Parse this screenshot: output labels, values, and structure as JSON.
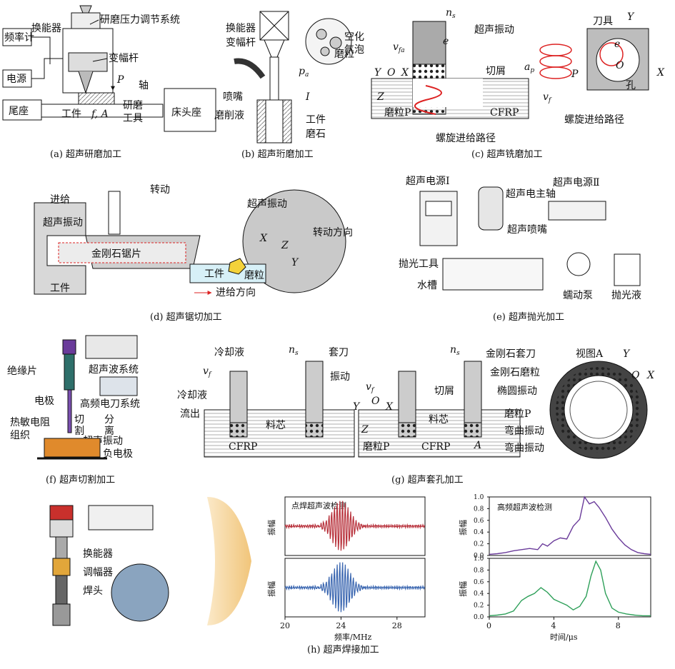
{
  "panels": {
    "a": {
      "caption": "(a) 超声研磨加工",
      "labels": {
        "freq_meter": "频率计",
        "power": "电源",
        "transducer": "换能器",
        "pressure_sys": "研磨压力调节系统",
        "horn": "变幅杆",
        "p": "P",
        "shaft": "轴",
        "tailstock": "尾座",
        "workpiece": "工件",
        "fA": "f, A",
        "tool": "研磨\n工具",
        "headstock": "床头座"
      }
    },
    "b": {
      "caption": "(b) 超声珩磨加工",
      "labels": {
        "transducer": "换能器",
        "horn": "变幅杆",
        "nozzle": "喷嘴",
        "fluid": "磨削液",
        "pa": "p",
        "pa_sub": "a",
        "I": "I",
        "workpiece": "工件",
        "stone": "磨石",
        "abrasive": "磨粒",
        "bubble": "空化\n气泡"
      }
    },
    "c": {
      "caption": "(c) 超声铣磨加工",
      "labels": {
        "ns": "n",
        "ns_sub": "s",
        "vib": "超声振动",
        "vfa": "v",
        "vfa_sub": "fa",
        "e": "e",
        "Y": "Y",
        "O": "O",
        "X": "X",
        "Z": "Z",
        "chips": "切屑",
        "grainP": "磨粒P",
        "cfrp": "CFRP",
        "helix": "螺旋进给路径",
        "ap": "a",
        "ap_sub": "p",
        "vf": "v",
        "vf_sub": "f",
        "P": "P",
        "cutter": "刀具",
        "e2": "e",
        "Y2": "Y",
        "X2": "X",
        "O2": "O",
        "hole": "孔",
        "helix2": "螺旋进给路径"
      }
    },
    "d": {
      "caption": "(d) 超声锯切加工",
      "labels": {
        "feed": "进给",
        "rotate": "转动",
        "vib": "超声振动",
        "blade": "金刚石锯片",
        "workpiece": "工件",
        "vib2": "超声振动",
        "rot_dir": "转动方向",
        "X": "X",
        "Z": "Z",
        "Y": "Y",
        "workpiece2": "工件",
        "grain": "磨粒",
        "feed_dir": "进给方向"
      }
    },
    "e": {
      "caption": "(e) 超声抛光加工",
      "labels": {
        "src1": "超声电源Ⅰ",
        "spindle": "超声电主轴",
        "src2": "超声电源Ⅱ",
        "nozzle": "超声喷嘴",
        "polish_tool": "抛光工具",
        "tank": "水槽",
        "pump": "蠕动泵",
        "liquid": "抛光液"
      }
    },
    "f": {
      "caption": "(f) 超声切割加工",
      "labels": {
        "insulator": "绝缘片",
        "us_sys": "超声波系统",
        "hf_sys": "高频电刀系统",
        "electrode": "电极",
        "cut": "切\n割",
        "sep": "分\n离",
        "tissue": "热敏电阻\n组织",
        "vib": "超声振动",
        "neg": "负电极"
      }
    },
    "g": {
      "caption": "(g) 超声套孔加工",
      "labels": {
        "coolant": "冷却液",
        "ns": "n",
        "ns_sub": "s",
        "sleeve": "套刀",
        "vib": "振动",
        "vf": "v",
        "vf_sub": "f",
        "out1": "冷却液",
        "out2": "流出",
        "core": "料芯",
        "cfrp": "CFRP",
        "ns2": "n",
        "ns2_sub": "s",
        "dia_sleeve": "金刚石套刀",
        "dia_grain": "金刚石磨粒",
        "chips": "切屑",
        "ellipse": "椭圆振动",
        "vf2": "v",
        "vf2_sub": "f",
        "Y": "Y",
        "O": "O",
        "X": "X",
        "Z": "Z",
        "grainP": "磨粒P",
        "cfrp2": "CFRP",
        "core2": "料芯",
        "A": "A",
        "grainP2": "磨粒P",
        "bend1": "弯曲振动",
        "bend2": "弯曲振动",
        "viewA": "视图A",
        "Yv": "Y",
        "Xv": "X",
        "Ov": "O"
      }
    },
    "h": {
      "caption": "(h) 超声焊接加工",
      "labels": {
        "transducer": "换能器",
        "booster": "调幅器",
        "horn": "焊头"
      }
    }
  },
  "chart_data": [
    {
      "type": "line",
      "title": "点焊超声波检测",
      "xlabel": "频率/MHz",
      "ylabel": "振幅",
      "xlim": [
        20,
        30
      ],
      "xticks": [
        20,
        24,
        28
      ],
      "series": [
        {
          "color": "#b8323c",
          "baseline": 0.5,
          "burst_center": 24.0,
          "burst_amp": 0.45
        },
        {
          "color": "#3a66b0",
          "baseline": 0.5,
          "burst_center": 24.0,
          "burst_amp": 0.45
        }
      ]
    },
    {
      "type": "line",
      "title": "高频超声波检测",
      "xlabel": "时间/μs",
      "ylabel": "振幅",
      "xlim": [
        0,
        10
      ],
      "ylim": [
        0,
        1.0
      ],
      "xticks": [
        0,
        4,
        8
      ],
      "yticks": [
        0,
        0.2,
        0.4,
        0.6,
        0.8,
        1.0
      ],
      "series": [
        {
          "color": "#6a3b9a",
          "x": [
            0,
            0.5,
            1,
            1.5,
            2,
            2.5,
            3,
            3.3,
            3.6,
            4,
            4.4,
            4.8,
            5.2,
            5.6,
            5.9,
            6.2,
            6.5,
            6.8,
            7.2,
            7.6,
            8,
            8.4,
            8.8,
            9.2,
            9.6,
            10
          ],
          "y": [
            0.02,
            0.03,
            0.05,
            0.08,
            0.1,
            0.12,
            0.1,
            0.2,
            0.16,
            0.25,
            0.3,
            0.28,
            0.5,
            0.62,
            1.0,
            0.88,
            0.92,
            0.82,
            0.65,
            0.45,
            0.3,
            0.18,
            0.1,
            0.05,
            0.03,
            0.02
          ]
        },
        {
          "color": "#2fa05a",
          "x": [
            0,
            0.5,
            1,
            1.5,
            2,
            2.4,
            2.8,
            3.2,
            3.6,
            4,
            4.4,
            4.8,
            5.2,
            5.6,
            6,
            6.3,
            6.6,
            6.9,
            7.2,
            7.6,
            8,
            8.5,
            9,
            9.5,
            10
          ],
          "y": [
            0.02,
            0.03,
            0.05,
            0.1,
            0.28,
            0.35,
            0.4,
            0.5,
            0.42,
            0.3,
            0.25,
            0.2,
            0.12,
            0.18,
            0.35,
            0.7,
            0.95,
            0.8,
            0.4,
            0.15,
            0.08,
            0.05,
            0.03,
            0.02,
            0.02
          ]
        }
      ]
    }
  ]
}
